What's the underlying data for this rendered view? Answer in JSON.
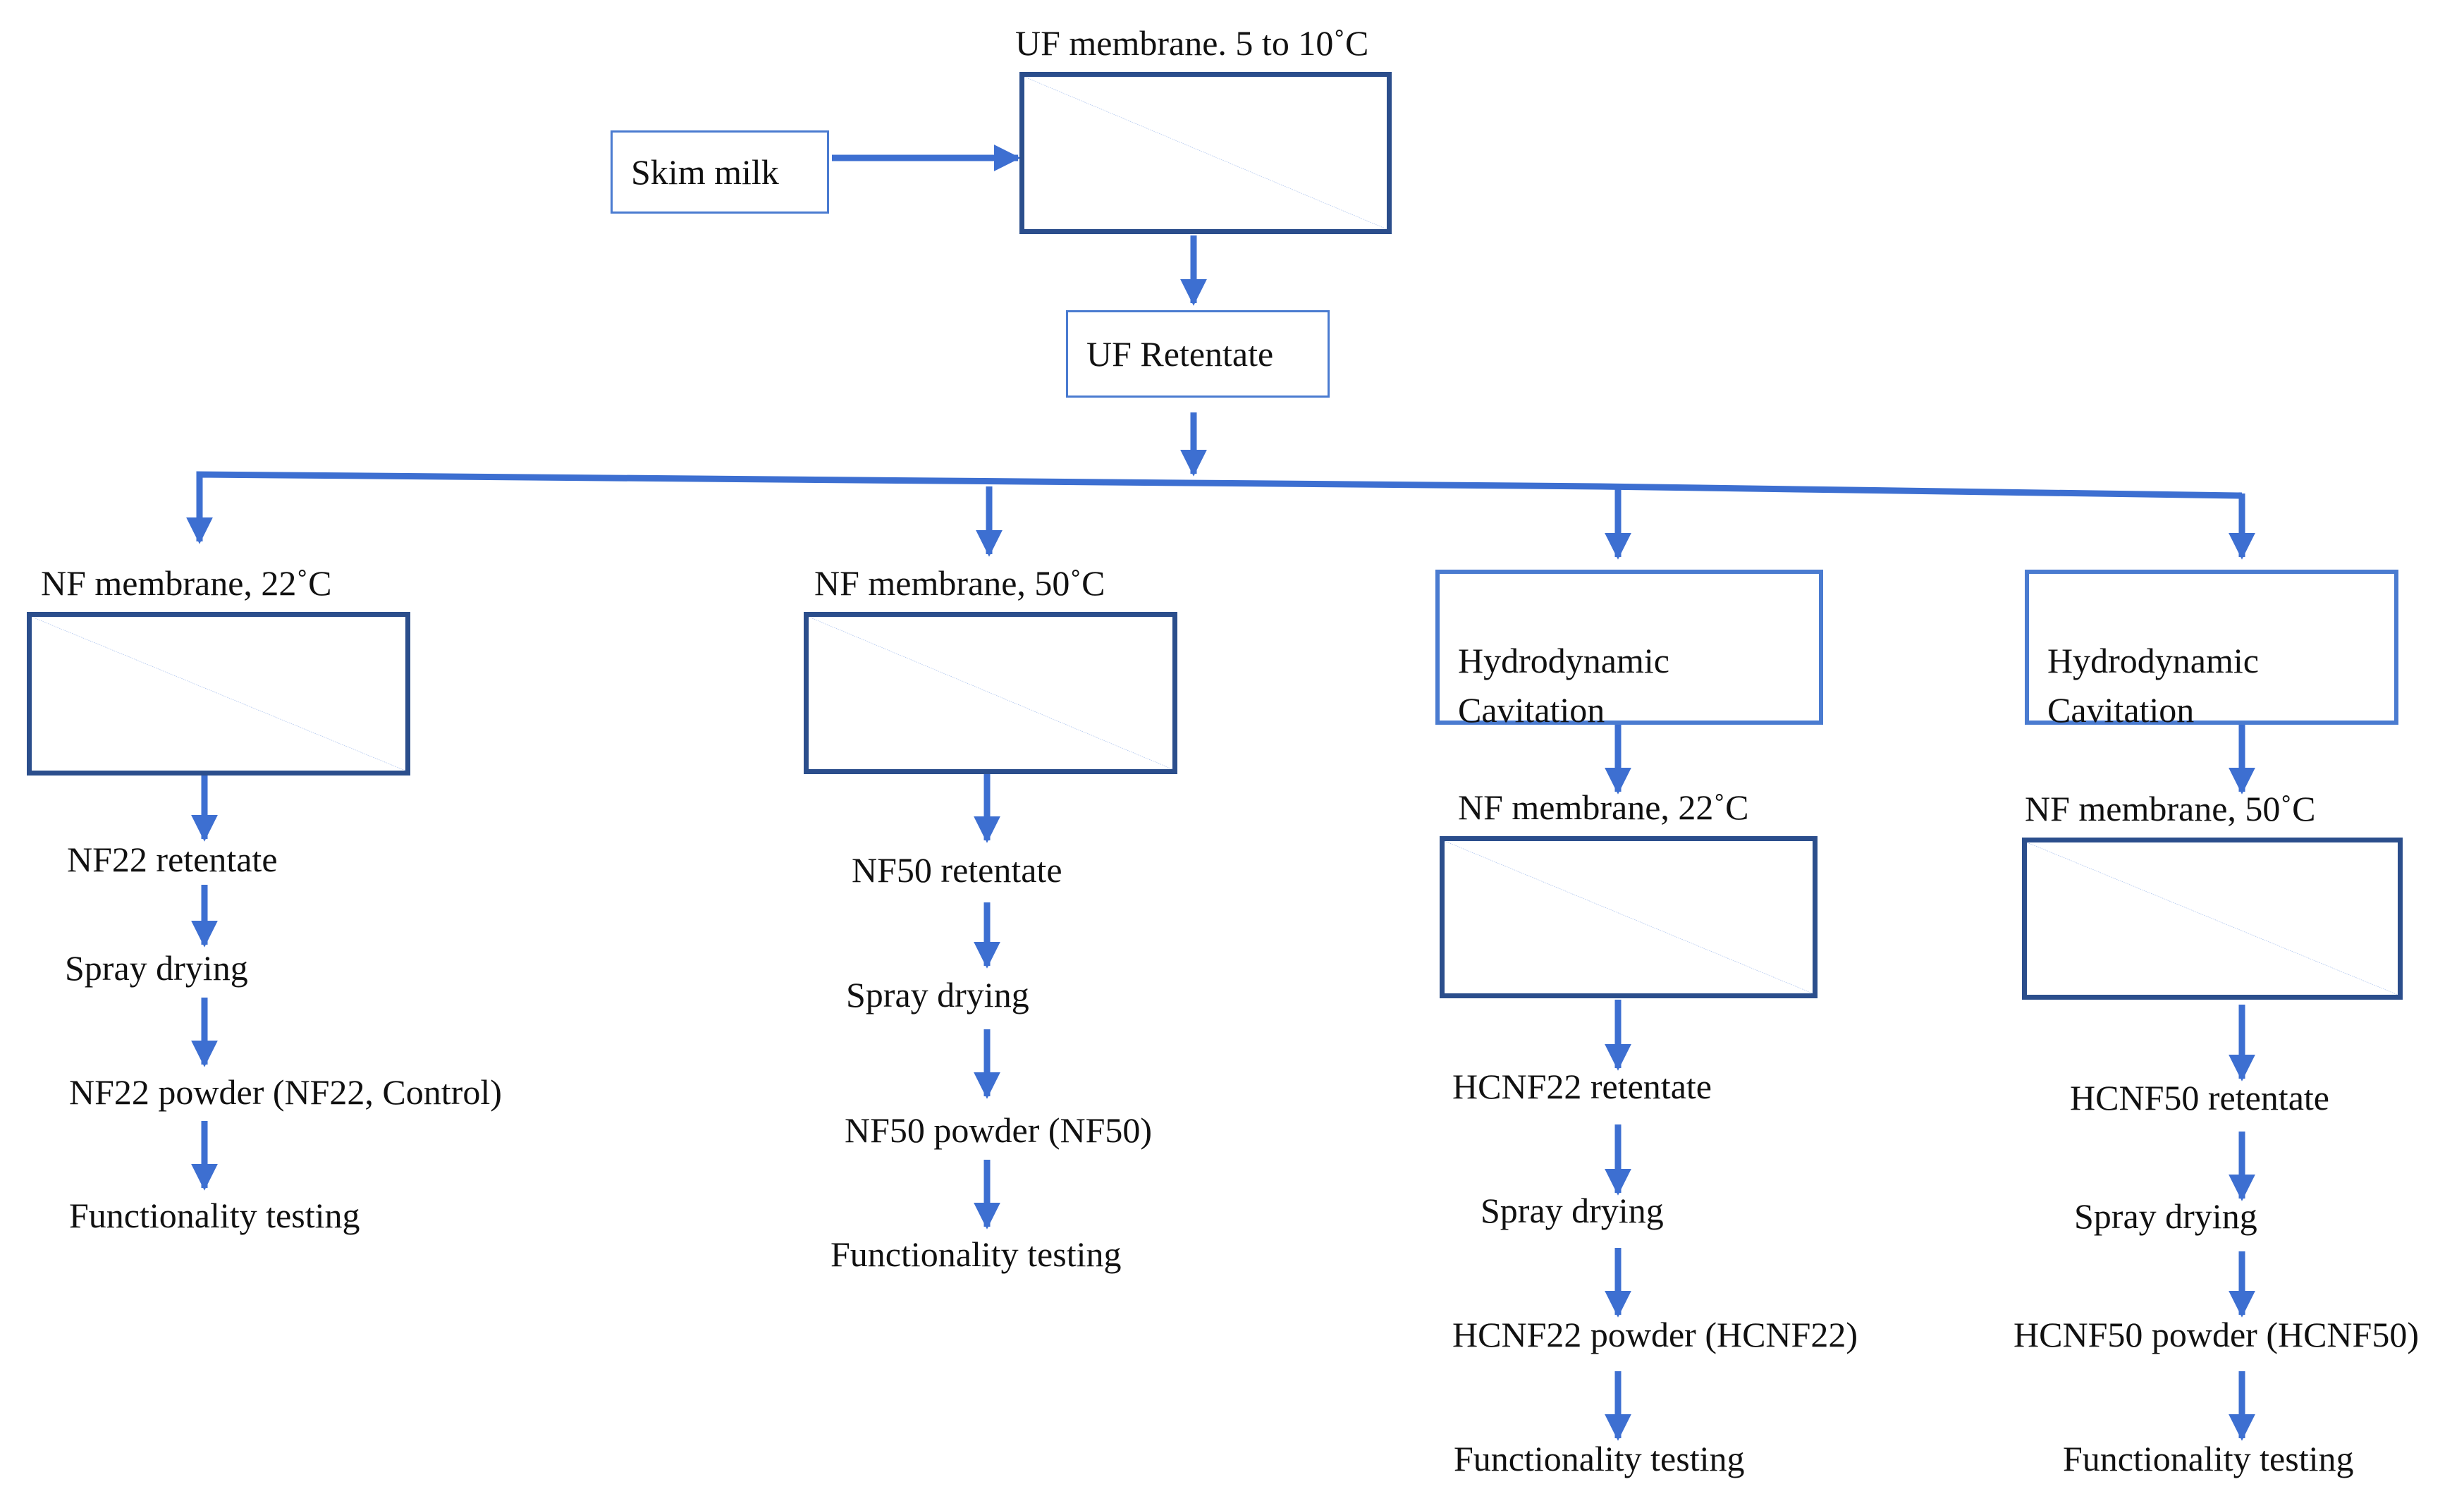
{
  "diagram": {
    "input": "Skim milk",
    "uf_membrane": "UF membrane. 5 to 10˚C",
    "uf_retentate": "UF Retentate",
    "branches": [
      {
        "header": "NF membrane, 22˚C",
        "steps": [
          "NF22 retentate",
          "Spray drying",
          "NF22 powder (NF22, Control)",
          "Functionality testing"
        ]
      },
      {
        "header": "NF membrane, 50˚C",
        "steps": [
          "NF50 retentate",
          "Spray drying",
          "NF50 powder (NF50)",
          "Functionality testing"
        ]
      },
      {
        "pretreatment": "Hydrodynamic\nCavitation",
        "header": "NF membrane, 22˚C",
        "steps": [
          "HCNF22 retentate",
          "Spray drying",
          "HCNF22 powder (HCNF22)",
          "Functionality testing"
        ]
      },
      {
        "pretreatment": "Hydrodynamic\nCavitation",
        "header": "NF membrane, 50˚C",
        "steps": [
          "HCNF50 retentate",
          "Spray drying",
          "HCNF50 powder (HCNF50)",
          "Functionality testing"
        ]
      }
    ],
    "colors": {
      "arrow": "#3d6fd1",
      "membrane_border": "#2b4e8c",
      "label_border": "#4a7bd0",
      "diagonal": "#9db8ea"
    }
  }
}
